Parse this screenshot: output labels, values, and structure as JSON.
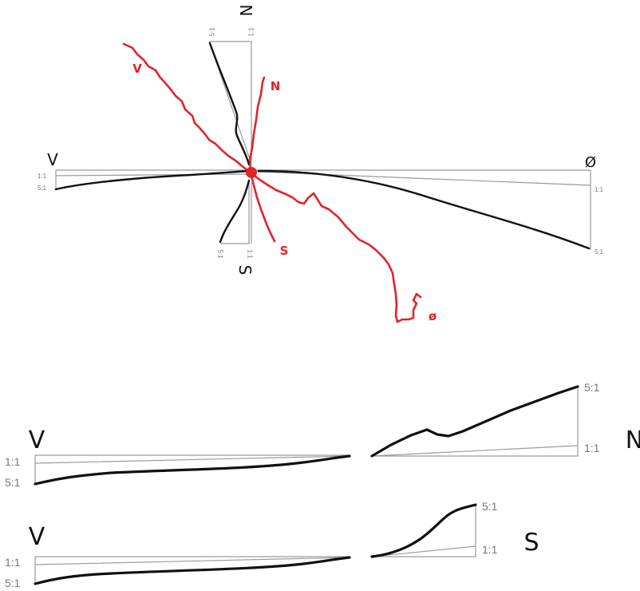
{
  "colors": {
    "route": "#e3222b",
    "profile": "#111111",
    "reference": "#9a9a9a"
  },
  "top_diagram": {
    "directions": {
      "north": "N",
      "south": "S",
      "west": "V",
      "east": "Ø"
    },
    "route_labels": {
      "west": "V",
      "north": "N",
      "south": "S",
      "east": "ø"
    },
    "ratio_labels": {
      "north_steep": "5:1",
      "north_flat": "1:1",
      "west_flat": "1:1",
      "west_steep": "5:1",
      "east_flat": "1:1",
      "east_steep": "5:1",
      "south_steep": "5:1",
      "south_flat": "1:1"
    }
  },
  "bottom_profiles": [
    {
      "left_dir": "V",
      "right_dir": "N",
      "left_flat": "1:1",
      "left_steep": "5:1",
      "right_steep": "5:1",
      "right_flat": "1:1"
    },
    {
      "left_dir": "V",
      "right_dir": "S",
      "left_flat": "1:1",
      "left_steep": "5:1",
      "right_steep": "5:1",
      "right_flat": "1:1"
    }
  ]
}
